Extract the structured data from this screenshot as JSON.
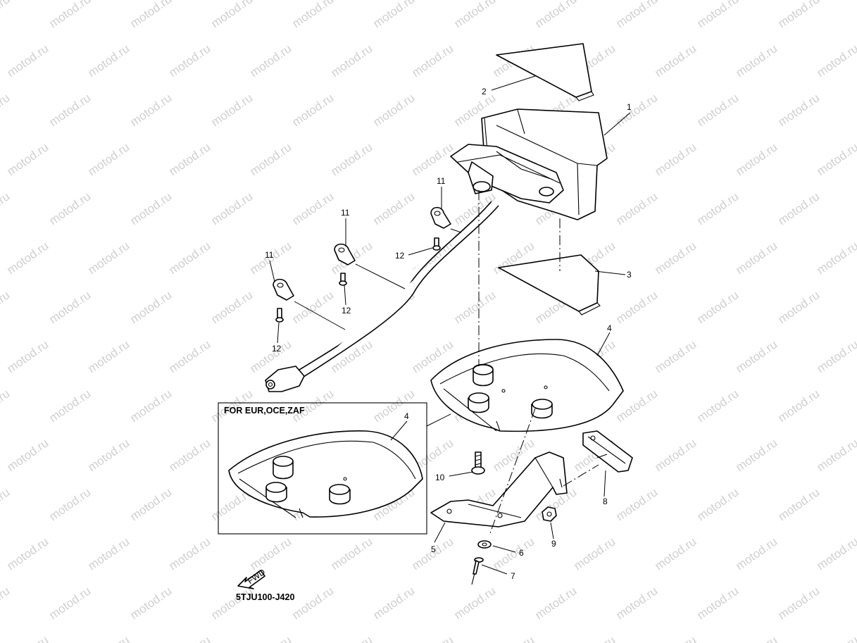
{
  "watermark": "motod.ru",
  "inset_title": "FOR EUR,OCE,ZAF",
  "drawing_code": "5TJU100-J420",
  "fwd_label": "FWD",
  "callouts": [
    "1",
    "2",
    "3",
    "4",
    "4",
    "5",
    "6",
    "7",
    "8",
    "9",
    "10",
    "11",
    "11",
    "11",
    "12",
    "12",
    "12"
  ]
}
